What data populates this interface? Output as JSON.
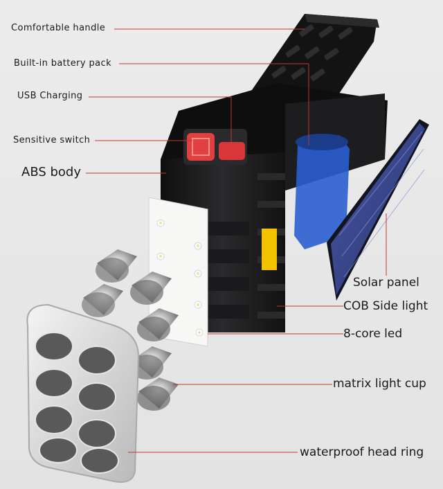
{
  "labels": {
    "comfortable_handle": "Comfortable handle",
    "battery_pack": "Built-in battery pack",
    "usb_charging": "USB Charging",
    "sensitive_switch": "Sensitive switch",
    "abs_body": "ABS body",
    "solar_panel": "Solar panel",
    "cob_side_light": "COB Side light",
    "core_led": "8-core led",
    "matrix_light_cup": "matrix light cup",
    "head_ring": "waterproof head ring"
  },
  "colors": {
    "leader_line": "#c0392b",
    "body": "#1c1c1e",
    "switch": "#e0403f",
    "battery": "#2a5fd0",
    "cob": "#f2c200",
    "solar": "#3b4a8f"
  }
}
